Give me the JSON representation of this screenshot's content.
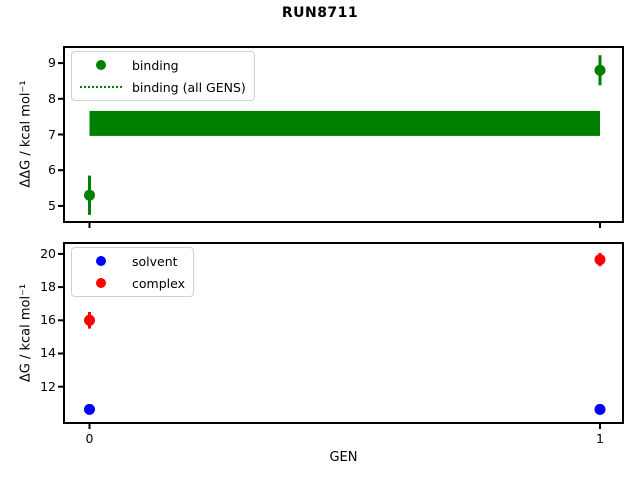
{
  "title": "RUN8711",
  "colors": {
    "binding": "#008000",
    "solvent": "#0000ff",
    "complex": "#ff0000",
    "axis": "#000000",
    "background": "#ffffff",
    "legend_border": "#d0d0d0"
  },
  "chart_data": [
    {
      "type": "scatter",
      "panel": "top",
      "ylabel": "ΔΔG / kcal mol⁻¹",
      "ylim": [
        4.55,
        9.45
      ],
      "yticks": [
        5,
        6,
        7,
        8,
        9
      ],
      "xlim": [
        -0.05,
        1.045
      ],
      "xticks": [
        0,
        1
      ],
      "grid": false,
      "legend_position": "upper left",
      "legend": [
        {
          "label": "binding",
          "marker": "circle",
          "color": "#008000"
        },
        {
          "label": "binding (all GENS)",
          "marker": "dotted-line",
          "color": "#008000"
        }
      ],
      "series": [
        {
          "name": "binding",
          "color": "#008000",
          "x": [
            0,
            1
          ],
          "y": [
            5.3,
            8.8
          ],
          "yerr": [
            0.55,
            0.42
          ]
        },
        {
          "name": "binding-all-gens",
          "band": true,
          "color": "#008000",
          "x_span": [
            0,
            1
          ],
          "y_mean": 7.31,
          "y_err": 0.35,
          "linestyle": "dotted"
        }
      ]
    },
    {
      "type": "scatter",
      "panel": "bottom",
      "xlabel": "GEN",
      "ylabel": "ΔG / kcal mol⁻¹",
      "ylim": [
        9.81,
        20.66
      ],
      "yticks": [
        12,
        14,
        16,
        18,
        20
      ],
      "xlim": [
        -0.05,
        1.045
      ],
      "xticks": [
        0,
        1
      ],
      "xticklabels": [
        "0",
        "1"
      ],
      "grid": false,
      "legend_position": "upper left",
      "legend": [
        {
          "label": "solvent",
          "marker": "circle",
          "color": "#0000ff"
        },
        {
          "label": "complex",
          "marker": "circle",
          "color": "#ff0000"
        }
      ],
      "series": [
        {
          "name": "solvent",
          "color": "#0000ff",
          "x": [
            0,
            1
          ],
          "y": [
            10.63,
            10.63
          ],
          "yerr": [
            0.1,
            0.1
          ]
        },
        {
          "name": "complex",
          "color": "#ff0000",
          "x": [
            0,
            1
          ],
          "y": [
            16.0,
            19.66
          ],
          "yerr": [
            0.5,
            0.4
          ]
        }
      ]
    }
  ]
}
